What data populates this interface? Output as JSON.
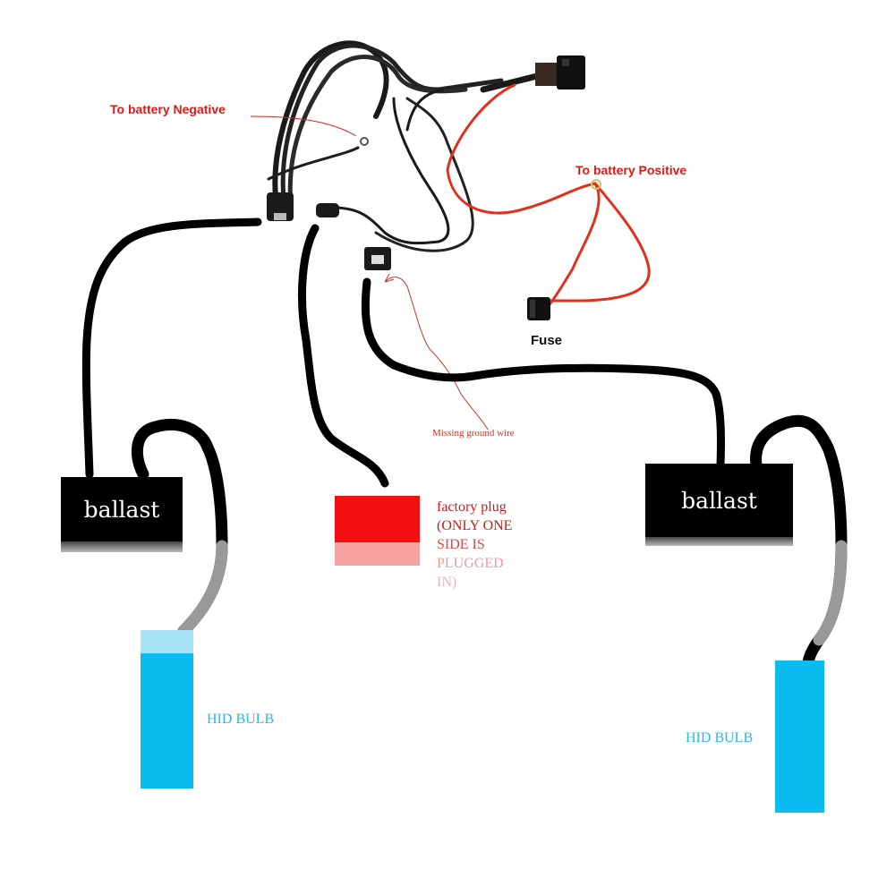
{
  "labels": {
    "battery_negative": "To battery Negative",
    "battery_positive": "To battery Positive",
    "fuse": "Fuse",
    "missing_ground": "Missing ground wire",
    "ballast_left": "ballast",
    "ballast_right": "ballast",
    "hid_bulb_left": "HID BULB",
    "hid_bulb_right": "HID BULB",
    "factory_plug_lines": [
      "factory plug",
      "(ONLY ONE",
      "SIDE IS",
      "PLUGGED",
      "IN)"
    ]
  },
  "colors": {
    "wire_black": "#000000",
    "wire_red": "#e0301e",
    "bulb_cyan": "#0bbcf1",
    "factory_plug_red": "#f21010",
    "label_red": "#e01818"
  }
}
